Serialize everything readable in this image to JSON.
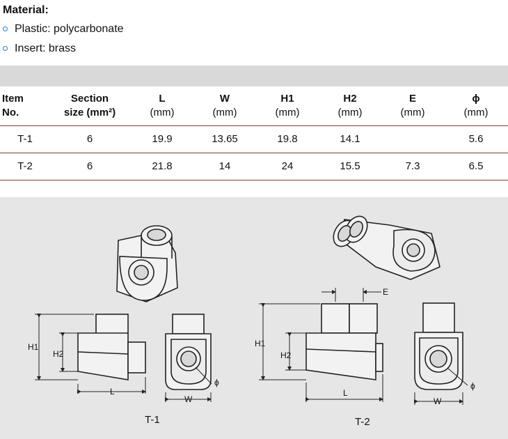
{
  "material": {
    "title": "Material:",
    "items": [
      "Plastic: polycarbonate",
      "Insert: brass"
    ]
  },
  "table": {
    "headers": [
      {
        "line1": "Item",
        "line2": "No."
      },
      {
        "line1": "Section",
        "line2": "size (mm²)"
      },
      {
        "line1": "L",
        "line2": "(mm)"
      },
      {
        "line1": "W",
        "line2": "(mm)"
      },
      {
        "line1": "H1",
        "line2": "(mm)"
      },
      {
        "line1": "H2",
        "line2": "(mm)"
      },
      {
        "line1": "E",
        "line2": "(mm)"
      },
      {
        "line1": "ϕ",
        "line2": "(mm)"
      }
    ],
    "rows": [
      [
        "T-1",
        "6",
        "19.9",
        "13.65",
        "19.8",
        "14.1",
        "",
        "5.6"
      ],
      [
        "T-2",
        "6",
        "21.8",
        "14",
        "24",
        "15.5",
        "7.3",
        "6.5"
      ]
    ]
  },
  "diagram": {
    "t1_caption": "T-1",
    "t2_caption": "T-2",
    "dims": {
      "h1": "H1",
      "h2": "H2",
      "l": "L",
      "w": "W",
      "phi": "ϕ",
      "e": "E"
    }
  }
}
